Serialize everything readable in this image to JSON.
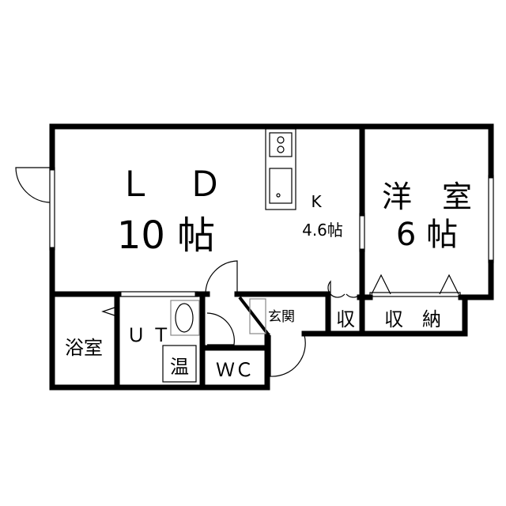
{
  "rooms": {
    "ld_letters": "Ｌ　Ｄ",
    "ld_size": "10 帖",
    "kitchen_letter": "K",
    "kitchen_size": "4.6帖",
    "western_name": "洋　室",
    "western_size": "6 帖",
    "bath": "浴室",
    "ut": "Ｕ Ｔ",
    "water_heater": "温",
    "wc": "ＷＣ",
    "entrance": "玄関",
    "small_storage": "収",
    "storage": "収　納"
  }
}
